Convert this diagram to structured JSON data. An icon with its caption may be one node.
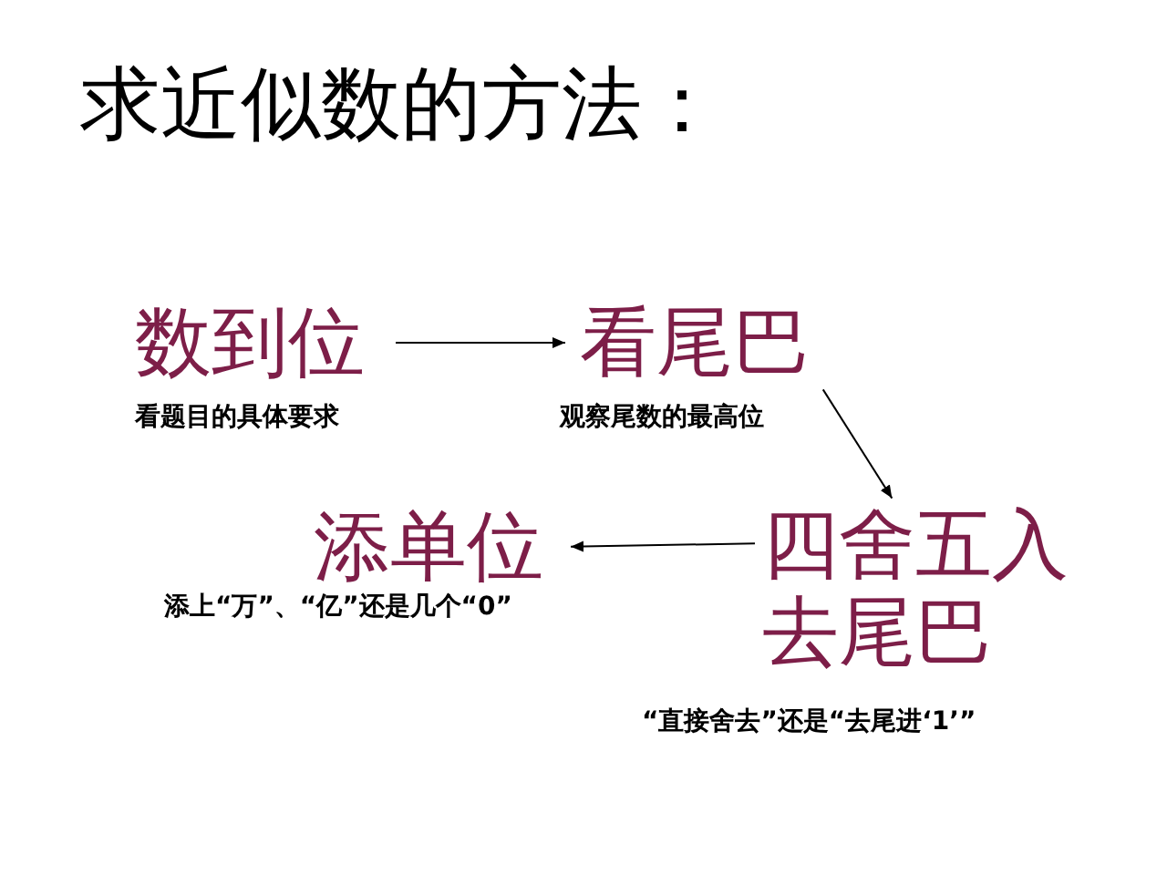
{
  "diagram": {
    "title": "求近似数的方法：",
    "nodes": [
      {
        "text": [
          "数到位"
        ],
        "beside": [
          "看题目的具体要求"
        ]
      },
      {
        "text": [
          "看尾巴"
        ],
        "beside": [
          "观察尾数的最高位"
        ]
      },
      {
        "text": [
          "添单位"
        ],
        "beside": [
          "添上“万”、“亿”还是几个“0”"
        ]
      },
      {
        "text": [
          "四舍五入去尾巴"
        ],
        "beside": [
          "“直接舍去”还是“去尾进**‘1’**”"
        ]
      }
    ],
    "edges": [
      {
        "from": 0,
        "to": 1,
        "arrow": "to"
      },
      {
        "from": 1,
        "to": 3,
        "arrow": "to"
      },
      {
        "from": 3,
        "to": 2,
        "arrow": "to"
      }
    ]
  }
}
